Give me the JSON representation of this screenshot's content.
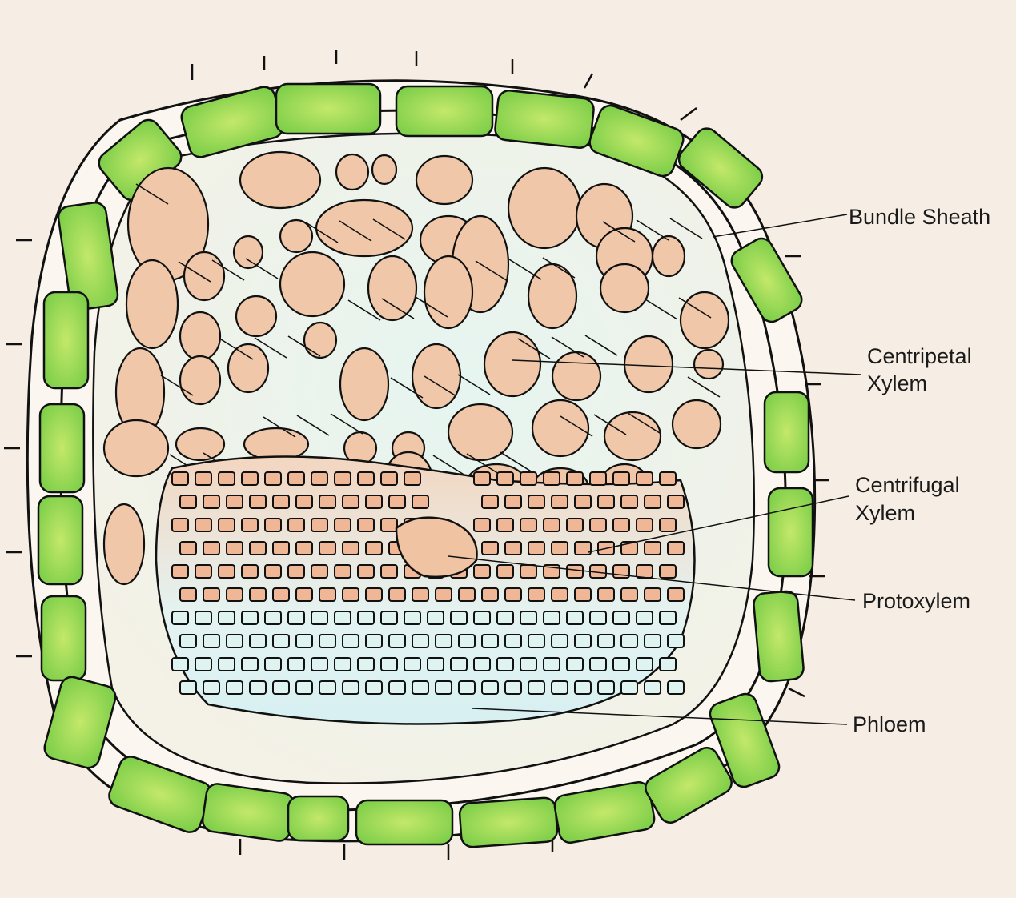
{
  "labels": {
    "bundle_sheath": "Bundle Sheath",
    "centripetal_1": "Centripetal",
    "centripetal_2": "Xylem",
    "centrifugal_1": "Centrifugal",
    "centrifugal_2": "Xylem",
    "protoxylem": "Protoxylem",
    "phloem": "Phloem"
  },
  "colors": {
    "background": "#f6ede4",
    "bundle_sheath_cells": "#9ed65a",
    "centripetal_xylem": "#f0c7a8",
    "centrifugal_xylem": "#efb796",
    "phloem": "#dff3f1",
    "outline": "#111111"
  }
}
